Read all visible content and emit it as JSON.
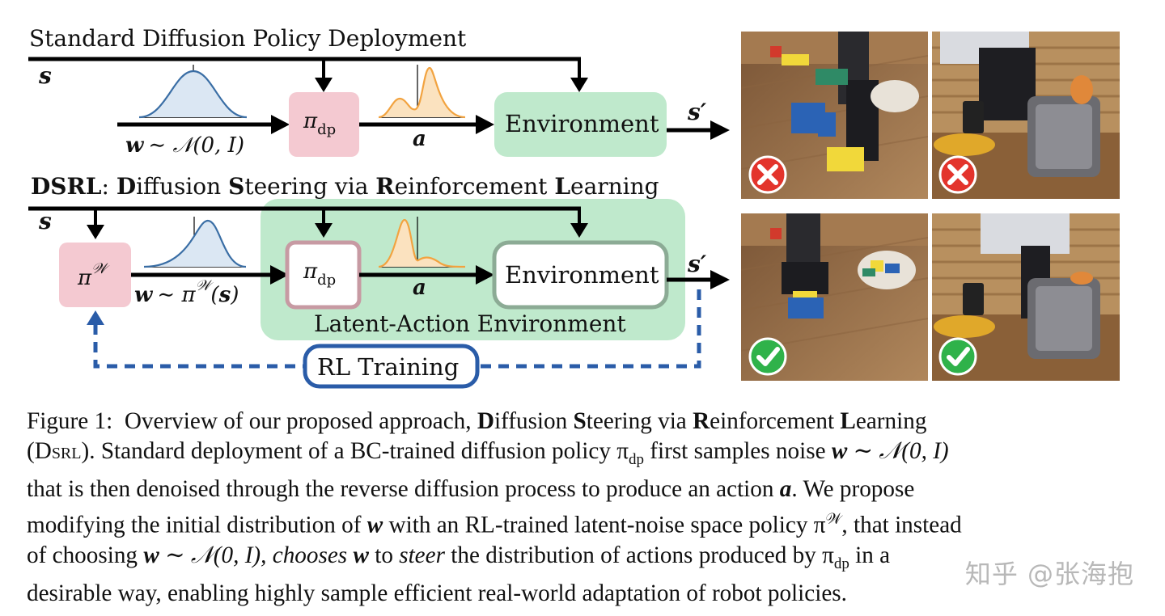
{
  "diagram": {
    "top_title": "Standard Diffusion Policy Deployment",
    "bottom_title_parts": [
      {
        "t": "DSRL",
        "b": true
      },
      {
        "t": ": ",
        "b": false
      },
      {
        "t": "D",
        "b": true
      },
      {
        "t": "iffusion ",
        "b": false
      },
      {
        "t": "S",
        "b": true
      },
      {
        "t": "teering via ",
        "b": false
      },
      {
        "t": "R",
        "b": true
      },
      {
        "t": "einforcement ",
        "b": false
      },
      {
        "t": "L",
        "b": true
      },
      {
        "t": "earning",
        "b": false
      }
    ],
    "state_label": "s",
    "next_state_label": "s′",
    "policy_label": "π",
    "policy_sub": "dp",
    "action_label": "a",
    "env_label": "Environment",
    "noise_top": "w ∼ 𝒩(0, I)",
    "noise_bottom_w": "w",
    "noise_bottom_rest": " ∼ π",
    "noise_bottom_sup": "𝒲",
    "noise_bottom_end": "(s)",
    "latent_pi": "π",
    "latent_sup": "𝒲",
    "latent_env_label": "Latent-Action Environment",
    "rl_training_label": "RL Training",
    "colors": {
      "pink": "#f4c9d1",
      "green": "#bfe9cc",
      "blue": "#2a5ca8",
      "gauss_blue": "#3a6ea5",
      "orange": "#f2a340"
    }
  },
  "photos": [
    {
      "name": "photo-blocks-fail",
      "status": "fail"
    },
    {
      "name": "photo-toaster-fail",
      "status": "fail"
    },
    {
      "name": "photo-blocks-success",
      "status": "success"
    },
    {
      "name": "photo-toaster-success",
      "status": "success"
    }
  ],
  "caption": {
    "fig_label": "Figure 1:",
    "line1": [
      "Overview of our proposed approach, ",
      "D",
      "iffusion ",
      "S",
      "teering via ",
      "R",
      "einforcement ",
      "L",
      "earning"
    ],
    "line2_pre": "(",
    "line2_sc": "Dsrl",
    "line2_mid": "). Standard deployment of a BC-trained diffusion policy π",
    "line2_sub": "dp",
    "line2_post": " first samples noise ",
    "line2_w": "w",
    "line2_end": " ∼ 𝒩(0, I)",
    "line3": "that is then denoised through the reverse diffusion process to produce an action ",
    "line3_a": "a",
    "line3_end": ".  We propose",
    "line4_pre": "modifying the initial distribution of ",
    "line4_w": "w",
    "line4_mid": " with an RL-trained latent-noise space policy π",
    "line4_sup": "𝒲",
    "line4_end": ", that instead",
    "line5_pre": "of choosing ",
    "line5_w": "w",
    "line5_mid": " ∼ 𝒩(0, I), chooses ",
    "line5_w2": "w",
    "line5_to": " to ",
    "line5_steer": "steer",
    "line5_end": " the distribution of actions produced by π",
    "line5_sub": "dp",
    "line5_tail": " in a",
    "line6": "desirable way, enabling highly sample efficient real-world adaptation of robot policies."
  },
  "watermark": "知乎 @张海抱"
}
